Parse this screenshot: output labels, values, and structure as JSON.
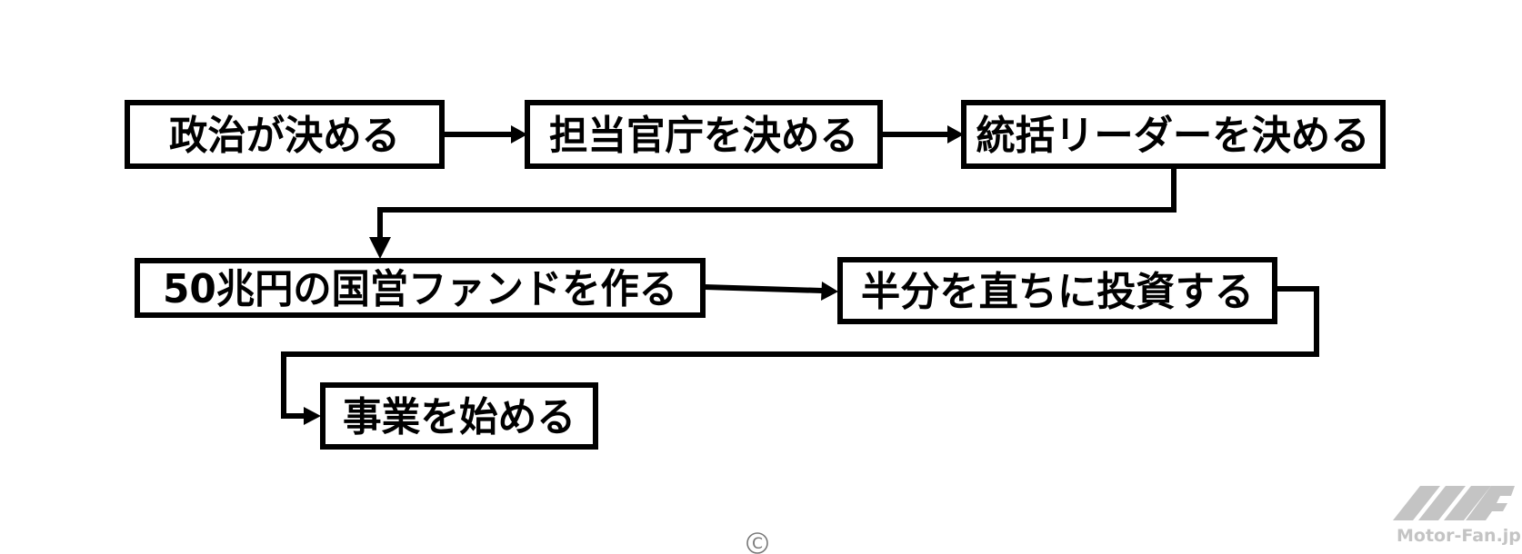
{
  "diagram": {
    "steps": [
      "政治が決める",
      "担当官庁を決める",
      "統括リーダーを決める",
      "50兆円の国営ファンドを作る",
      "半分を直ちに投資する",
      "事業を始める"
    ]
  },
  "footer": {
    "copyright_symbol": "C"
  },
  "watermark": {
    "site_text": "Motor-Fan.jp"
  }
}
